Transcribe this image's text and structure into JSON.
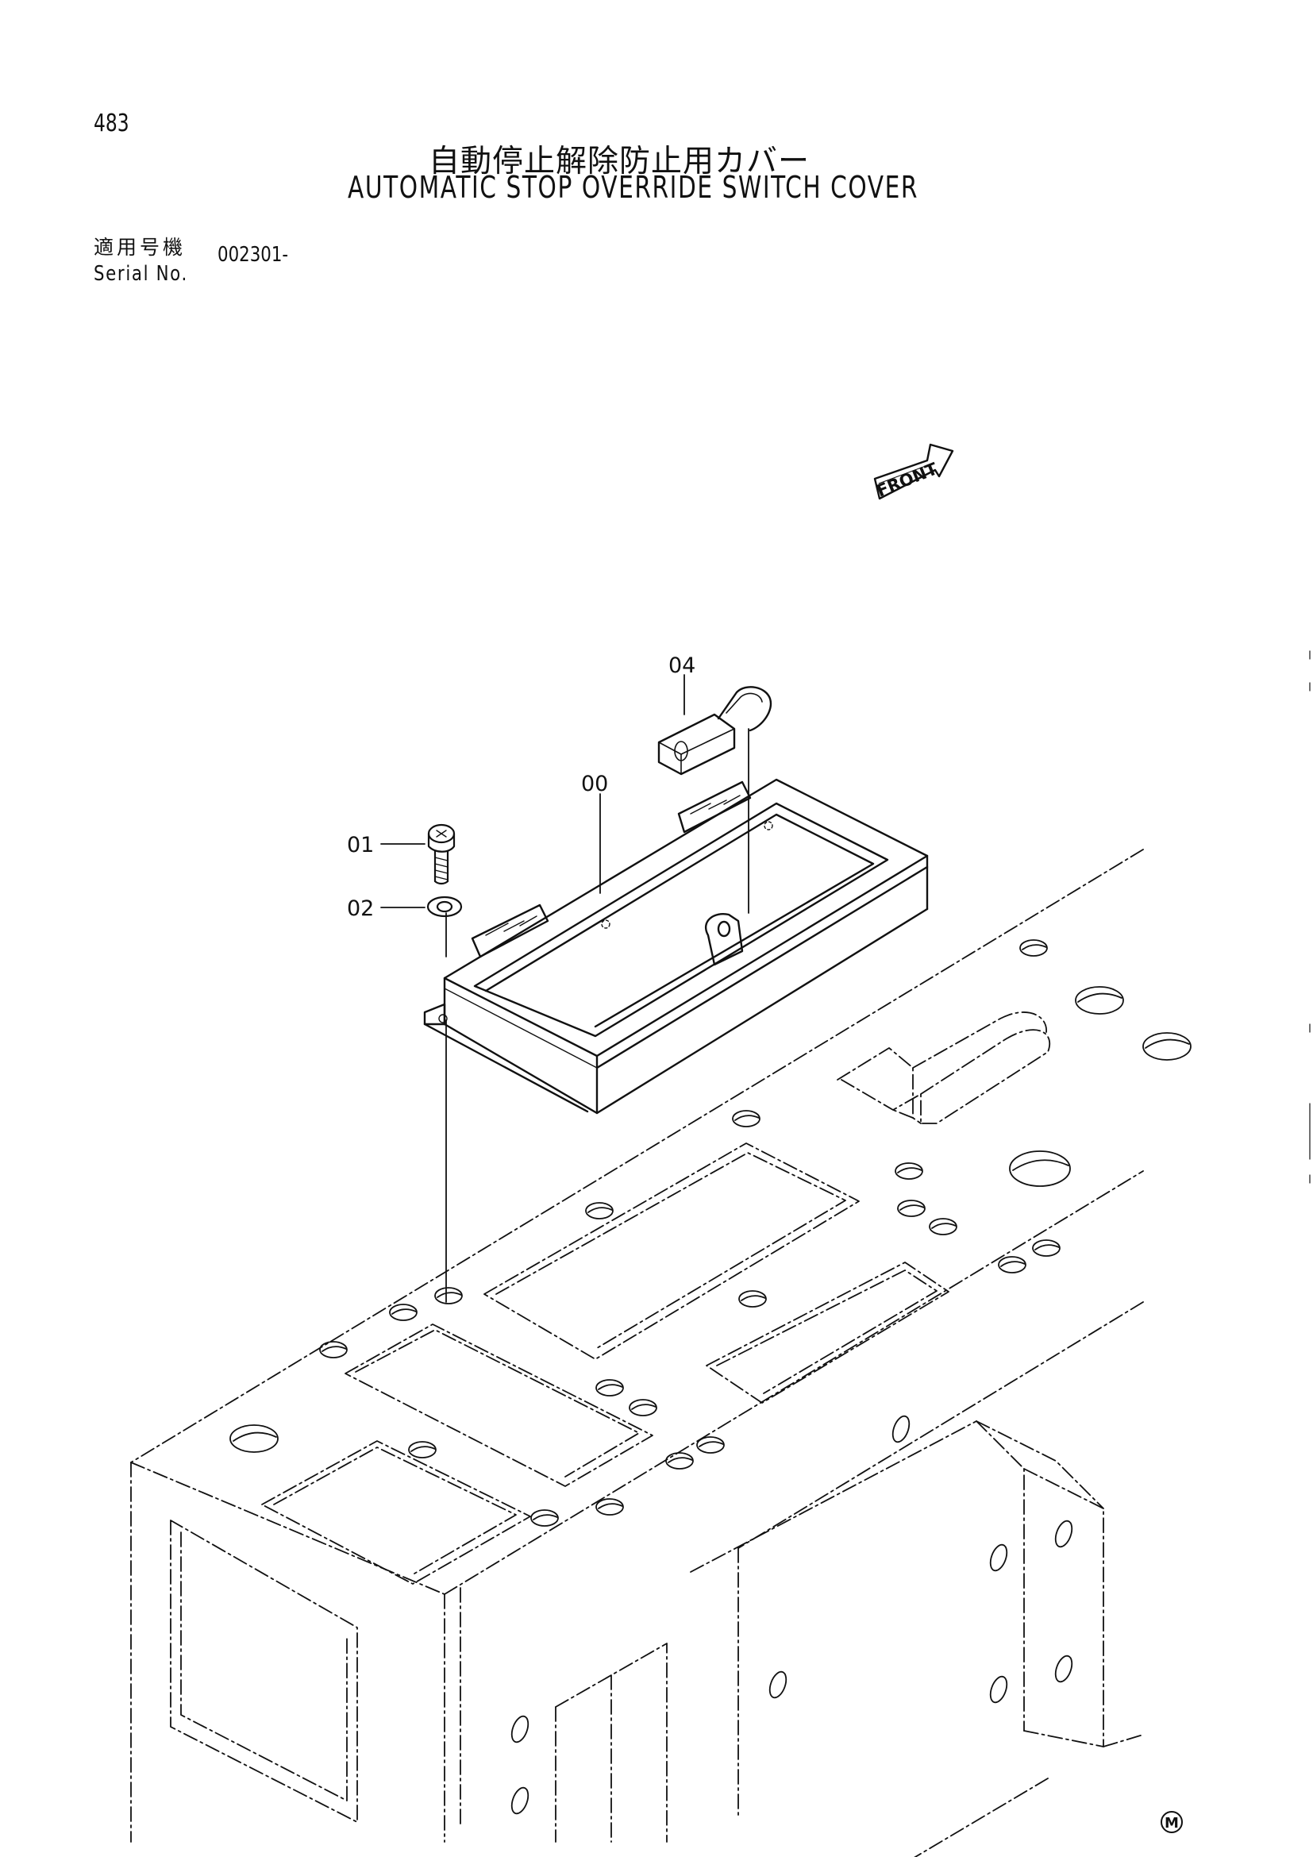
{
  "page": {
    "number": "483",
    "title_ja": "自動停止解除防止用カバー",
    "title_en": "AUTOMATIC STOP OVERRIDE SWITCH COVER"
  },
  "serial": {
    "label_ja": "適用号機",
    "label_en": "Serial No.",
    "value": "002301-"
  },
  "diagram": {
    "front_label": "FRONT",
    "callouts": [
      {
        "id": "04",
        "part": "padlock"
      },
      {
        "id": "00",
        "part": "cover-box"
      },
      {
        "id": "01",
        "part": "bolt"
      },
      {
        "id": "02",
        "part": "washer"
      }
    ],
    "mark": "M"
  }
}
